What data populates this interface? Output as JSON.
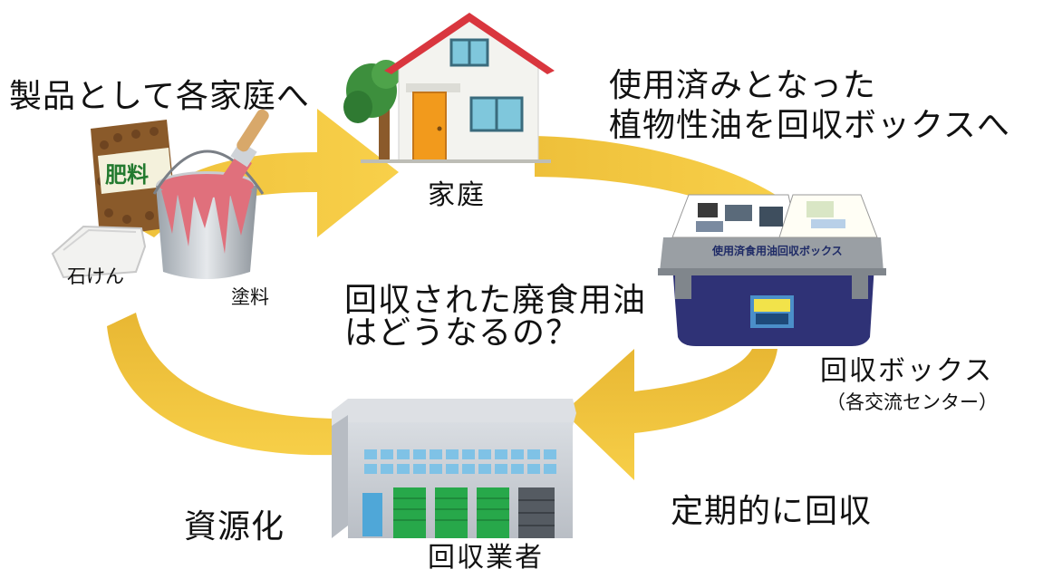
{
  "steps": {
    "to_homes": "製品として各家庭へ",
    "to_box_line1": "使用済みとなった",
    "to_box_line2": "植物性油を回収ボックスへ",
    "collect": "定期的に回収",
    "recycle": "資源化"
  },
  "nodes": {
    "home": "家庭",
    "box": "回収ボックス",
    "box_sub": "（各交流センター）",
    "company": "回収業者"
  },
  "products": {
    "fertilizer_label": "肥料",
    "soap": "石けん",
    "paint": "塗料"
  },
  "question": {
    "line1": "回収された廃食用油",
    "line2": "はどうなるの？"
  },
  "box_sign": "使用済食用油回収ボックス",
  "colors": {
    "arrow": "#f2c43f",
    "roof": "#d9363e",
    "box_body": "#2f3276",
    "box_lid": "#9a9fa4",
    "shutter": "#27a84a"
  }
}
